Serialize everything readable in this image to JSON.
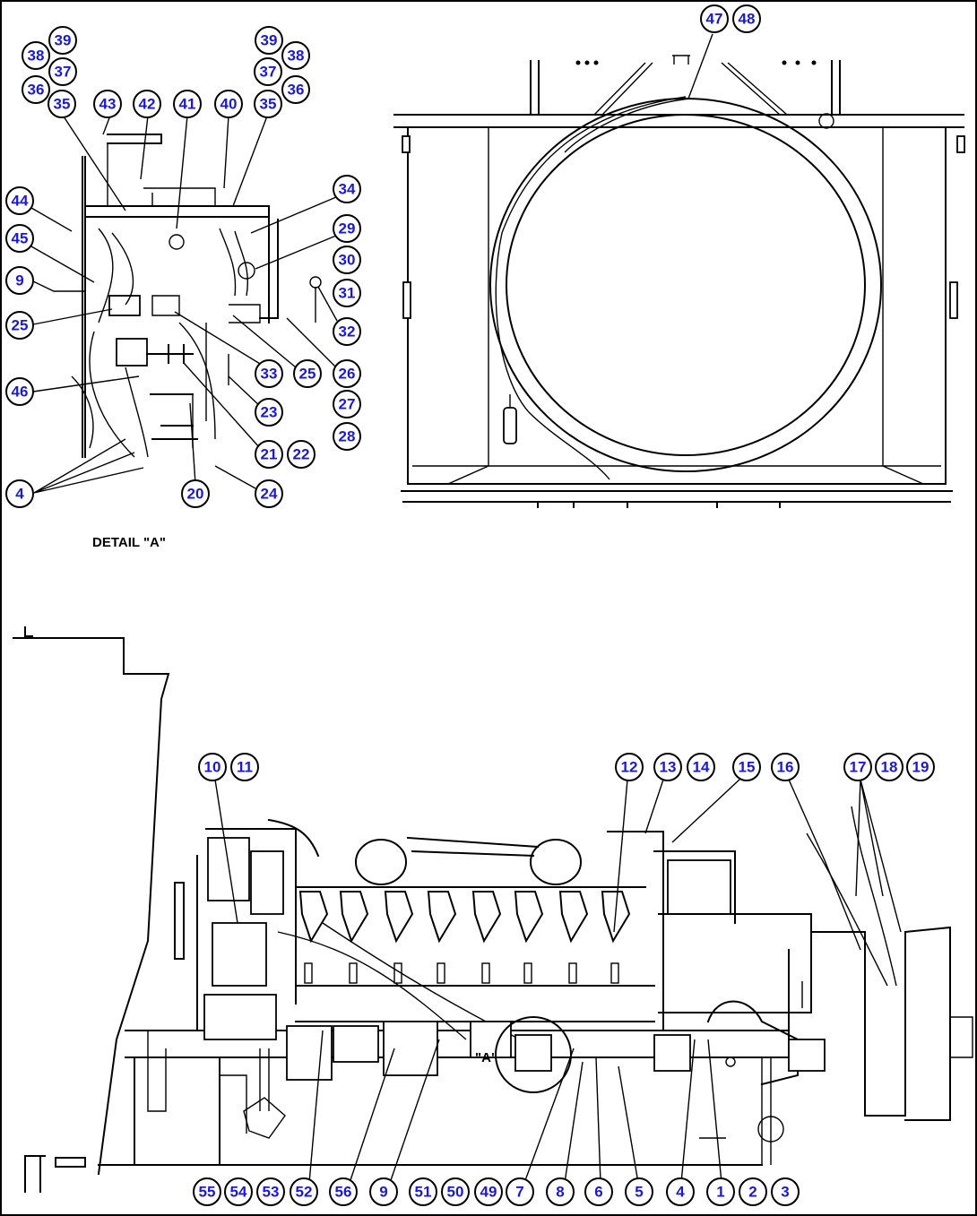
{
  "detail_caption": "DETAIL \"A\"",
  "detail_marker": "\"A\"",
  "colors": {
    "callout_text": "#1a1ad6",
    "line": "#000000",
    "background": "#ffffff"
  },
  "callouts": {
    "c39a": "39",
    "c38a": "38",
    "c37a": "37",
    "c36a": "36",
    "c35a": "35",
    "c43": "43",
    "c42": "42",
    "c41": "41",
    "c40": "40",
    "c35b": "35",
    "c36b": "36",
    "c37b": "37",
    "c38b": "38",
    "c39b": "39",
    "c44": "44",
    "c45": "45",
    "c9a": "9",
    "c25a": "25",
    "c46": "46",
    "c4a": "4",
    "c20": "20",
    "c21": "21",
    "c22": "22",
    "c23": "23",
    "c33": "33",
    "c25b": "25",
    "c24": "24",
    "c34": "34",
    "c29": "29",
    "c30": "30",
    "c31": "31",
    "c32": "32",
    "c26": "26",
    "c27": "27",
    "c28": "28",
    "c47": "47",
    "c48": "48",
    "c10": "10",
    "c11": "11",
    "c12": "12",
    "c13": "13",
    "c14": "14",
    "c15": "15",
    "c16": "16",
    "c17": "17",
    "c18": "18",
    "c19": "19",
    "c55": "55",
    "c54": "54",
    "c53": "53",
    "c52": "52",
    "c56": "56",
    "c9b": "9",
    "c51": "51",
    "c50": "50",
    "c49": "49",
    "c7": "7",
    "c8": "8",
    "c6": "6",
    "c5": "5",
    "c4b": "4",
    "c1": "1",
    "c2": "2",
    "c3": "3"
  }
}
